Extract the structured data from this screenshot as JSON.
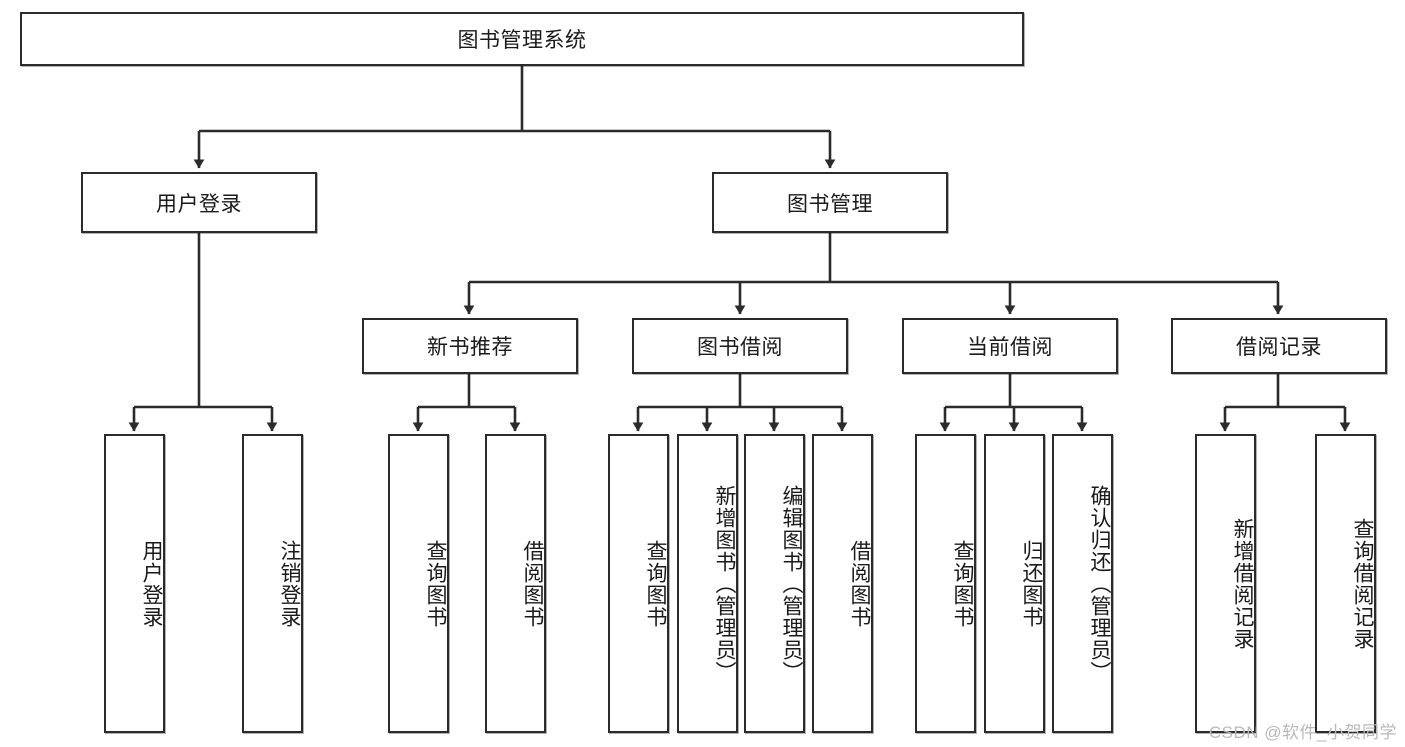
{
  "diagram": {
    "title": "图书管理系统",
    "type": "tree",
    "watermark": "CSDN @软件_小贺同学",
    "colors": {
      "stroke": "#2b2b2b",
      "fill": "#ffffff",
      "text": "#1a1a1a",
      "watermark": "#b9b9b9",
      "background": "#ffffff"
    },
    "root": {
      "label": "图书管理系统"
    },
    "level2": [
      {
        "label": "用户登录"
      },
      {
        "label": "图书管理"
      }
    ],
    "level3": [
      {
        "label": "新书推荐"
      },
      {
        "label": "图书借阅"
      },
      {
        "label": "当前借阅"
      },
      {
        "label": "借阅记录"
      }
    ],
    "leaves": {
      "user_login": [
        {
          "label": "用户登录"
        },
        {
          "label": "注销登录"
        }
      ],
      "new_book_recommend": [
        {
          "label": "查询图书"
        },
        {
          "label": "借阅图书"
        }
      ],
      "book_borrow": [
        {
          "label": "查询图书"
        },
        {
          "label": "新增图书（管理员）"
        },
        {
          "label": "编辑图书（管理员）"
        },
        {
          "label": "借阅图书"
        }
      ],
      "current_borrow": [
        {
          "label": "查询图书"
        },
        {
          "label": "归还图书"
        },
        {
          "label": "确认归还（管理员）"
        }
      ],
      "borrow_record": [
        {
          "label": "新增借阅记录"
        },
        {
          "label": "查询借阅记录"
        }
      ]
    }
  }
}
